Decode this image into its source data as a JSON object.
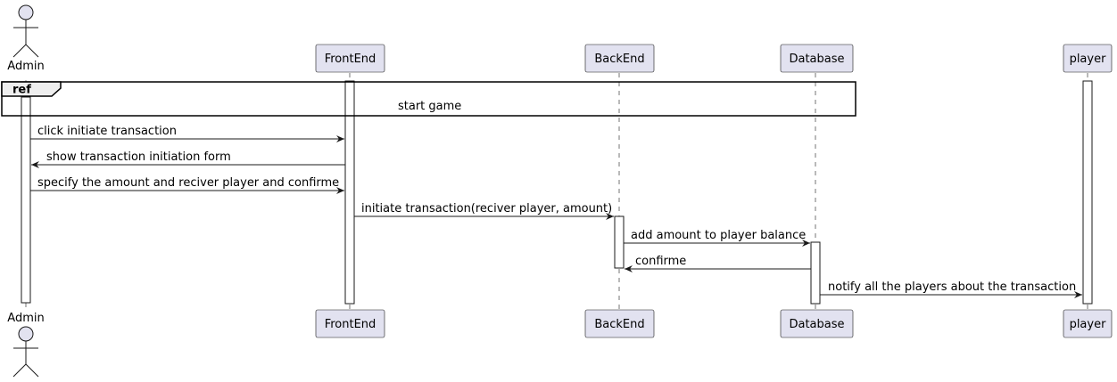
{
  "participants": [
    {
      "id": "admin",
      "label": "Admin",
      "kind": "actor"
    },
    {
      "id": "frontend",
      "label": "FrontEnd",
      "kind": "participant"
    },
    {
      "id": "backend",
      "label": "BackEnd",
      "kind": "participant"
    },
    {
      "id": "database",
      "label": "Database",
      "kind": "participant"
    },
    {
      "id": "player",
      "label": "player",
      "kind": "participant"
    }
  ],
  "ref": {
    "tag": "ref",
    "text": "start game"
  },
  "messages": [
    {
      "from": "admin",
      "to": "frontend",
      "text": "click initiate transaction"
    },
    {
      "from": "frontend",
      "to": "admin",
      "text": "show transaction initiation form"
    },
    {
      "from": "admin",
      "to": "frontend",
      "text": "specify the amount and reciver player and confirme"
    },
    {
      "from": "frontend",
      "to": "backend",
      "text": "initiate transaction(reciver player, amount)"
    },
    {
      "from": "backend",
      "to": "database",
      "text": "add amount to player balance"
    },
    {
      "from": "database",
      "to": "backend",
      "text": "confirme"
    },
    {
      "from": "database",
      "to": "player",
      "text": "notify all the players about the transaction"
    }
  ],
  "colors": {
    "participant_fill": "#e2e2f0",
    "line": "#181818",
    "frame_tab": "#eeeeee"
  }
}
